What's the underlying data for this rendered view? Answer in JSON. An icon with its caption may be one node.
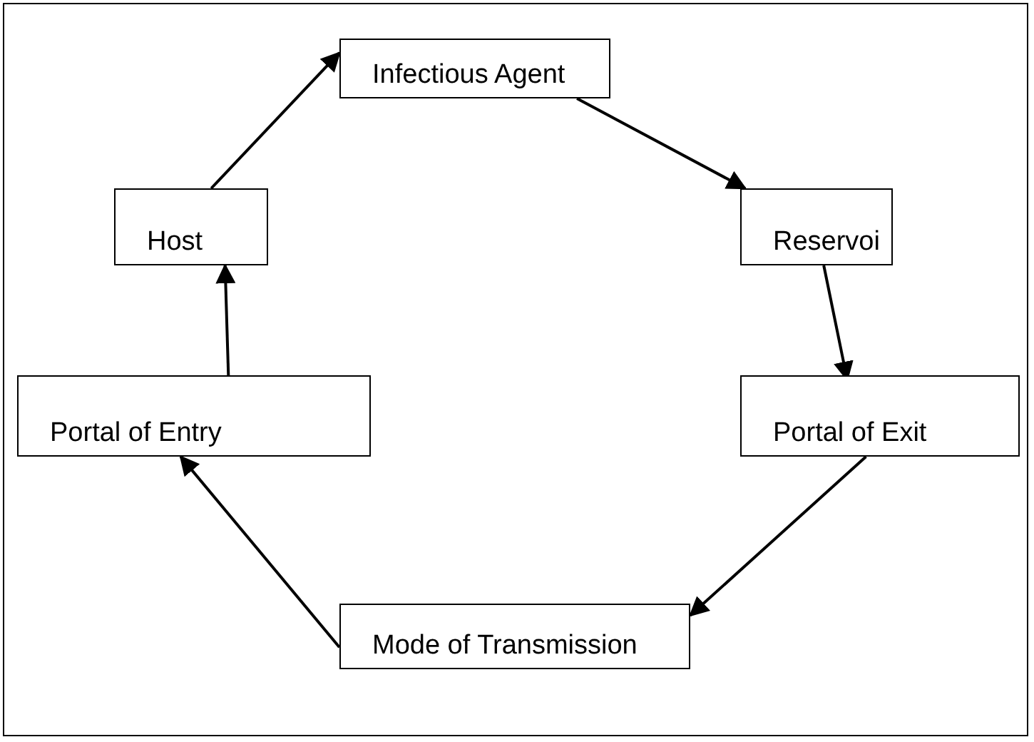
{
  "diagram": {
    "nodes": [
      {
        "text": [
          "Infectious Agent"
        ]
      },
      {
        "text": [
          "Reservoi"
        ]
      },
      {
        "text": [
          "Portal of Exit"
        ]
      },
      {
        "text": [
          "Mode of Transmission"
        ]
      },
      {
        "text": [
          "Portal of Entry"
        ]
      },
      {
        "text": [
          "Host"
        ]
      }
    ],
    "edges": [
      {
        "from": 0,
        "to": 1,
        "arrow": "to"
      },
      {
        "from": 1,
        "to": 2,
        "arrow": "to"
      },
      {
        "from": 2,
        "to": 3,
        "arrow": "to"
      },
      {
        "from": 3,
        "to": 4,
        "arrow": "to"
      },
      {
        "from": 4,
        "to": 5,
        "arrow": "to"
      },
      {
        "from": 5,
        "to": 0,
        "arrow": "to"
      }
    ]
  }
}
